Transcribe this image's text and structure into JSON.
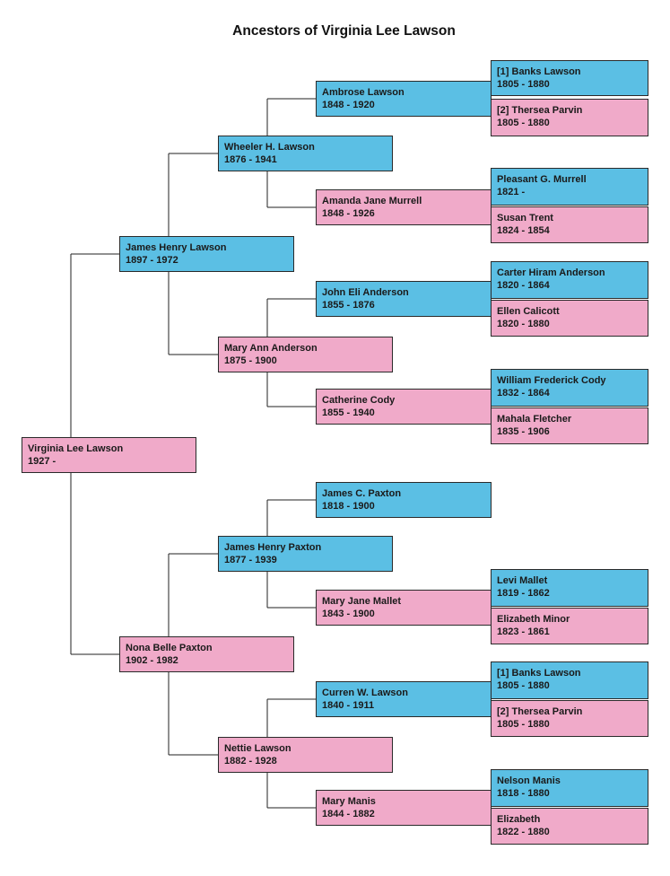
{
  "title": "Ancestors of Virginia Lee Lawson",
  "colors": {
    "male": "#5bbfe4",
    "female": "#f0aac9"
  },
  "people": [
    {
      "id": "p1",
      "name": "Virginia Lee Lawson",
      "dates": "1927 -",
      "sex": "f"
    },
    {
      "id": "p2",
      "name": "James Henry Lawson",
      "dates": "1897 - 1972",
      "sex": "m"
    },
    {
      "id": "p3",
      "name": "Nona Belle Paxton",
      "dates": "1902 - 1982",
      "sex": "f"
    },
    {
      "id": "p4",
      "name": "Wheeler H. Lawson",
      "dates": "1876 - 1941",
      "sex": "m"
    },
    {
      "id": "p5",
      "name": "Mary Ann Anderson",
      "dates": "1875 - 1900",
      "sex": "f"
    },
    {
      "id": "p6",
      "name": "James Henry Paxton",
      "dates": "1877 - 1939",
      "sex": "m"
    },
    {
      "id": "p7",
      "name": "Nettie Lawson",
      "dates": "1882 - 1928",
      "sex": "f"
    },
    {
      "id": "p8",
      "name": "Ambrose Lawson",
      "dates": "1848 - 1920",
      "sex": "m"
    },
    {
      "id": "p9",
      "name": "Amanda Jane Murrell",
      "dates": "1848 - 1926",
      "sex": "f"
    },
    {
      "id": "p10",
      "name": "John Eli Anderson",
      "dates": "1855 - 1876",
      "sex": "m"
    },
    {
      "id": "p11",
      "name": "Catherine Cody",
      "dates": "1855 - 1940",
      "sex": "f"
    },
    {
      "id": "p12",
      "name": "James C. Paxton",
      "dates": "1818 - 1900",
      "sex": "m"
    },
    {
      "id": "p13",
      "name": "Mary Jane Mallet",
      "dates": "1843 - 1900",
      "sex": "f"
    },
    {
      "id": "p14",
      "name": "Curren W. Lawson",
      "dates": "1840 - 1911",
      "sex": "m"
    },
    {
      "id": "p15",
      "name": "Mary Manis",
      "dates": "1844 - 1882",
      "sex": "f"
    },
    {
      "id": "p16",
      "name": "[1] Banks Lawson",
      "dates": "1805 - 1880",
      "sex": "m"
    },
    {
      "id": "p17",
      "name": "[2] Thersea Parvin",
      "dates": "1805 - 1880",
      "sex": "f"
    },
    {
      "id": "p18",
      "name": "Pleasant G. Murrell",
      "dates": "1821 -",
      "sex": "m"
    },
    {
      "id": "p19",
      "name": "Susan Trent",
      "dates": "1824 - 1854",
      "sex": "f"
    },
    {
      "id": "p20",
      "name": "Carter Hiram Anderson",
      "dates": "1820 - 1864",
      "sex": "m"
    },
    {
      "id": "p21",
      "name": "Ellen Calicott",
      "dates": "1820 - 1880",
      "sex": "f"
    },
    {
      "id": "p22",
      "name": "William Frederick Cody",
      "dates": "1832 - 1864",
      "sex": "m"
    },
    {
      "id": "p23",
      "name": "Mahala Fletcher",
      "dates": "1835 - 1906",
      "sex": "f"
    },
    {
      "id": "p24",
      "name": "Levi Mallet",
      "dates": "1819 - 1862",
      "sex": "m"
    },
    {
      "id": "p25",
      "name": "Elizabeth Minor",
      "dates": "1823 - 1861",
      "sex": "f"
    },
    {
      "id": "p26",
      "name": "[1] Banks Lawson",
      "dates": "1805 - 1880",
      "sex": "m"
    },
    {
      "id": "p27",
      "name": "[2] Thersea Parvin",
      "dates": "1805 - 1880",
      "sex": "f"
    },
    {
      "id": "p28",
      "name": "Nelson Manis",
      "dates": "1818 - 1880",
      "sex": "m"
    },
    {
      "id": "p29",
      "name": "Elizabeth",
      "dates": "1822 - 1880",
      "sex": "f"
    }
  ],
  "links": [
    [
      "p1",
      "p2"
    ],
    [
      "p1",
      "p3"
    ],
    [
      "p2",
      "p4"
    ],
    [
      "p2",
      "p5"
    ],
    [
      "p3",
      "p6"
    ],
    [
      "p3",
      "p7"
    ],
    [
      "p4",
      "p8"
    ],
    [
      "p4",
      "p9"
    ],
    [
      "p5",
      "p10"
    ],
    [
      "p5",
      "p11"
    ],
    [
      "p6",
      "p12"
    ],
    [
      "p6",
      "p13"
    ],
    [
      "p7",
      "p14"
    ],
    [
      "p7",
      "p15"
    ],
    [
      "p8",
      "p16"
    ],
    [
      "p8",
      "p17"
    ],
    [
      "p9",
      "p18"
    ],
    [
      "p9",
      "p19"
    ],
    [
      "p10",
      "p20"
    ],
    [
      "p10",
      "p21"
    ],
    [
      "p11",
      "p22"
    ],
    [
      "p11",
      "p23"
    ],
    [
      "p13",
      "p24"
    ],
    [
      "p13",
      "p25"
    ],
    [
      "p14",
      "p26"
    ],
    [
      "p14",
      "p27"
    ],
    [
      "p15",
      "p28"
    ],
    [
      "p15",
      "p29"
    ]
  ]
}
